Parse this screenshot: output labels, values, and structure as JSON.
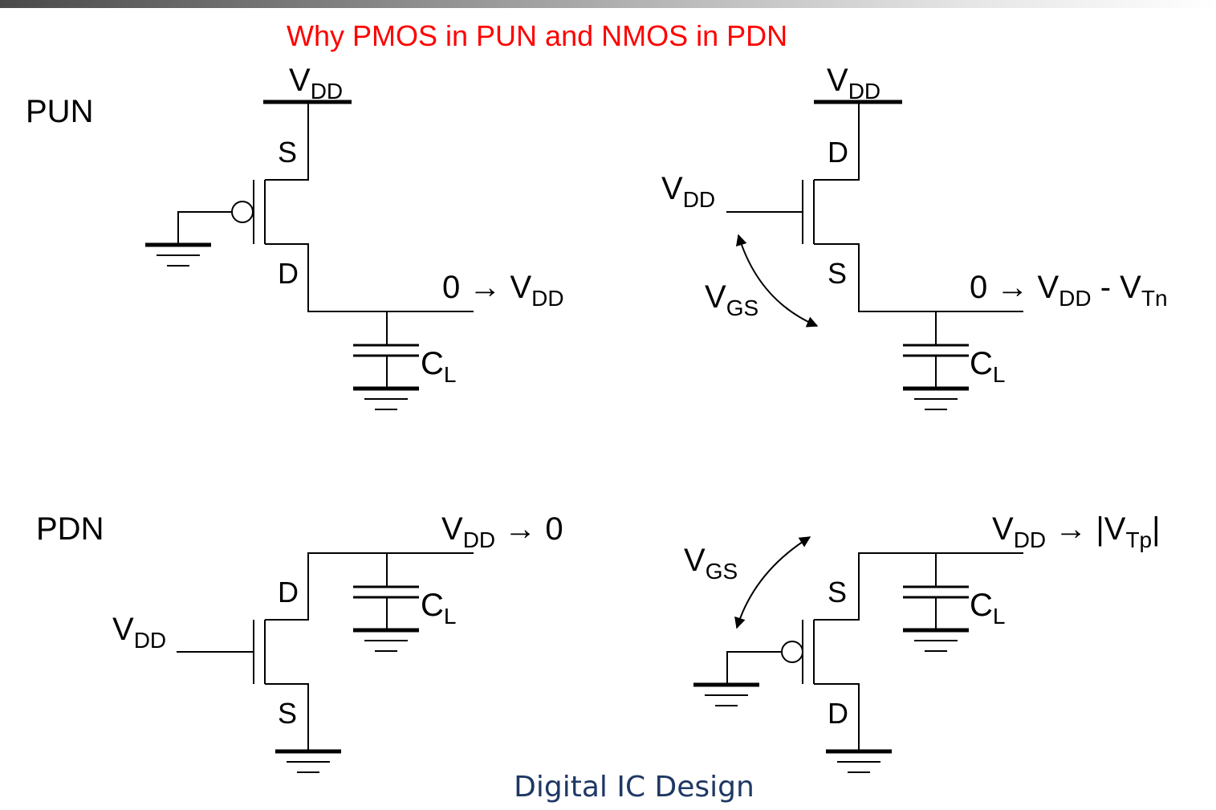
{
  "title": "Why PMOS in PUN and NMOS in PDN",
  "footer": "Digital IC Design",
  "colors": {
    "title": "#ff0000",
    "footer": "#1f3864"
  },
  "section_labels": {
    "pun": "PUN",
    "pdn": "PDN"
  },
  "supply": {
    "v": "V",
    "sub": "DD"
  },
  "terminals": {
    "source": "S",
    "drain": "D"
  },
  "capacitor": {
    "c": "C",
    "sub": "L"
  },
  "vgs": {
    "v": "V",
    "sub": "GS"
  },
  "outputs": {
    "pun_pmos": {
      "lead": "0 → V",
      "sub": "DD"
    },
    "pun_nmos": {
      "lead": "0 → V",
      "sub1": "DD",
      "mid": " - V",
      "sub2": "Tn"
    },
    "pdn_nmos": {
      "v": "V",
      "sub": "DD",
      "tail": " → 0"
    },
    "pdn_pmos": {
      "v": "V",
      "sub1": "DD",
      "mid": " → |V",
      "sub2": "Tp",
      "tail": "|"
    }
  }
}
